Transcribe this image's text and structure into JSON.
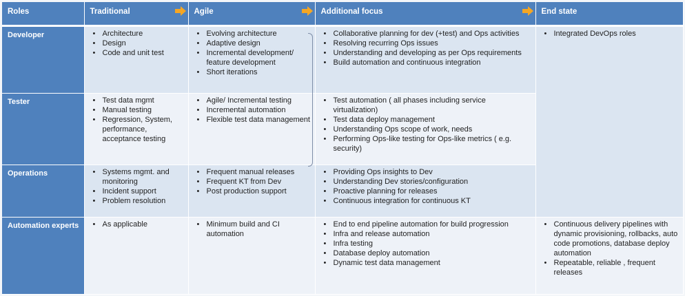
{
  "headers": {
    "roles": "Roles",
    "traditional": "Traditional",
    "agile": "Agile",
    "additional": "Additional focus",
    "end": "End state"
  },
  "rows": [
    {
      "role": "Developer",
      "traditional": [
        "Architecture",
        "Design",
        "Code and unit test"
      ],
      "agile": [
        "Evolving architecture",
        "Adaptive design",
        "Incremental development/ feature development",
        "Short iterations"
      ],
      "additional": [
        "Collaborative planning for dev (+test) and  Ops activities",
        "Resolving recurring Ops issues",
        "Understanding and developing as per Ops requirements",
        "Build automation and continuous integration"
      ]
    },
    {
      "role": "Tester",
      "traditional": [
        "Test data mgmt",
        "Manual testing",
        "Regression, System, performance, acceptance testing"
      ],
      "agile": [
        "Agile/ Incremental  testing",
        "Incremental automation",
        "Flexible test data management"
      ],
      "additional": [
        "Test automation ( all phases including service virtualization)",
        "Test data deploy management",
        "Understanding Ops scope of work, needs",
        "Performing Ops-like testing for Ops-like metrics ( e.g. security)"
      ]
    },
    {
      "role": "Operations",
      "traditional": [
        "Systems mgmt. and monitoring",
        "Incident support",
        "Problem resolution"
      ],
      "agile": [
        "Frequent manual releases",
        "Frequent KT from Dev",
        "Post production support"
      ],
      "additional": [
        "Providing Ops insights to Dev",
        "Understanding Dev stories/configuration",
        "Proactive planning for releases",
        "Continuous integration for continuous KT"
      ]
    },
    {
      "role": "Automation experts",
      "traditional": [
        "As applicable"
      ],
      "agile": [
        "Minimum build and CI automation"
      ],
      "additional": [
        "End to end pipeline automation for build progression",
        "Infra and release automation",
        "Infra testing",
        "Database deploy automation",
        "Dynamic test data management"
      ]
    }
  ],
  "end_state": {
    "merged": [
      "Integrated DevOps roles"
    ],
    "automation": [
      "Continuous delivery pipelines with dynamic provisioning, rollbacks, auto code promotions, database deploy automation",
      "Repeatable, reliable , frequent releases"
    ]
  },
  "colors": {
    "header_bg": "#4f81bd",
    "row_light": "#dbe5f1",
    "row_pale": "#eef2f8",
    "arrow": "#f5a623"
  }
}
